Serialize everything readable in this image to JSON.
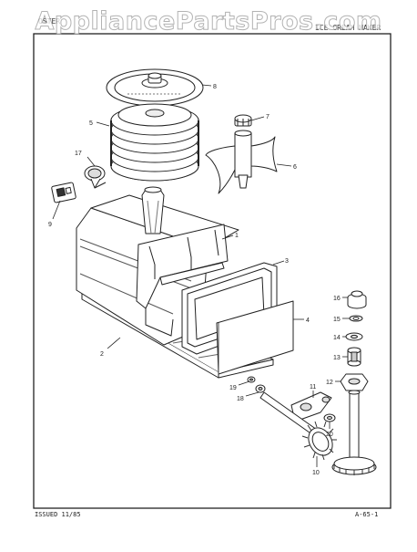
{
  "watermark": "AppliancePartsPros.com",
  "header": {
    "left": "OSTER",
    "right": "ICE CREAM MAKER"
  },
  "footer": {
    "issued": "ISSUED 11/85",
    "page_code": "A-65-1"
  },
  "callouts": [
    "1",
    "2",
    "3",
    "4",
    "5",
    "6",
    "7",
    "8",
    "9",
    "10",
    "11",
    "12",
    "13",
    "14",
    "15",
    "16",
    "17",
    "18",
    "19",
    "20"
  ]
}
